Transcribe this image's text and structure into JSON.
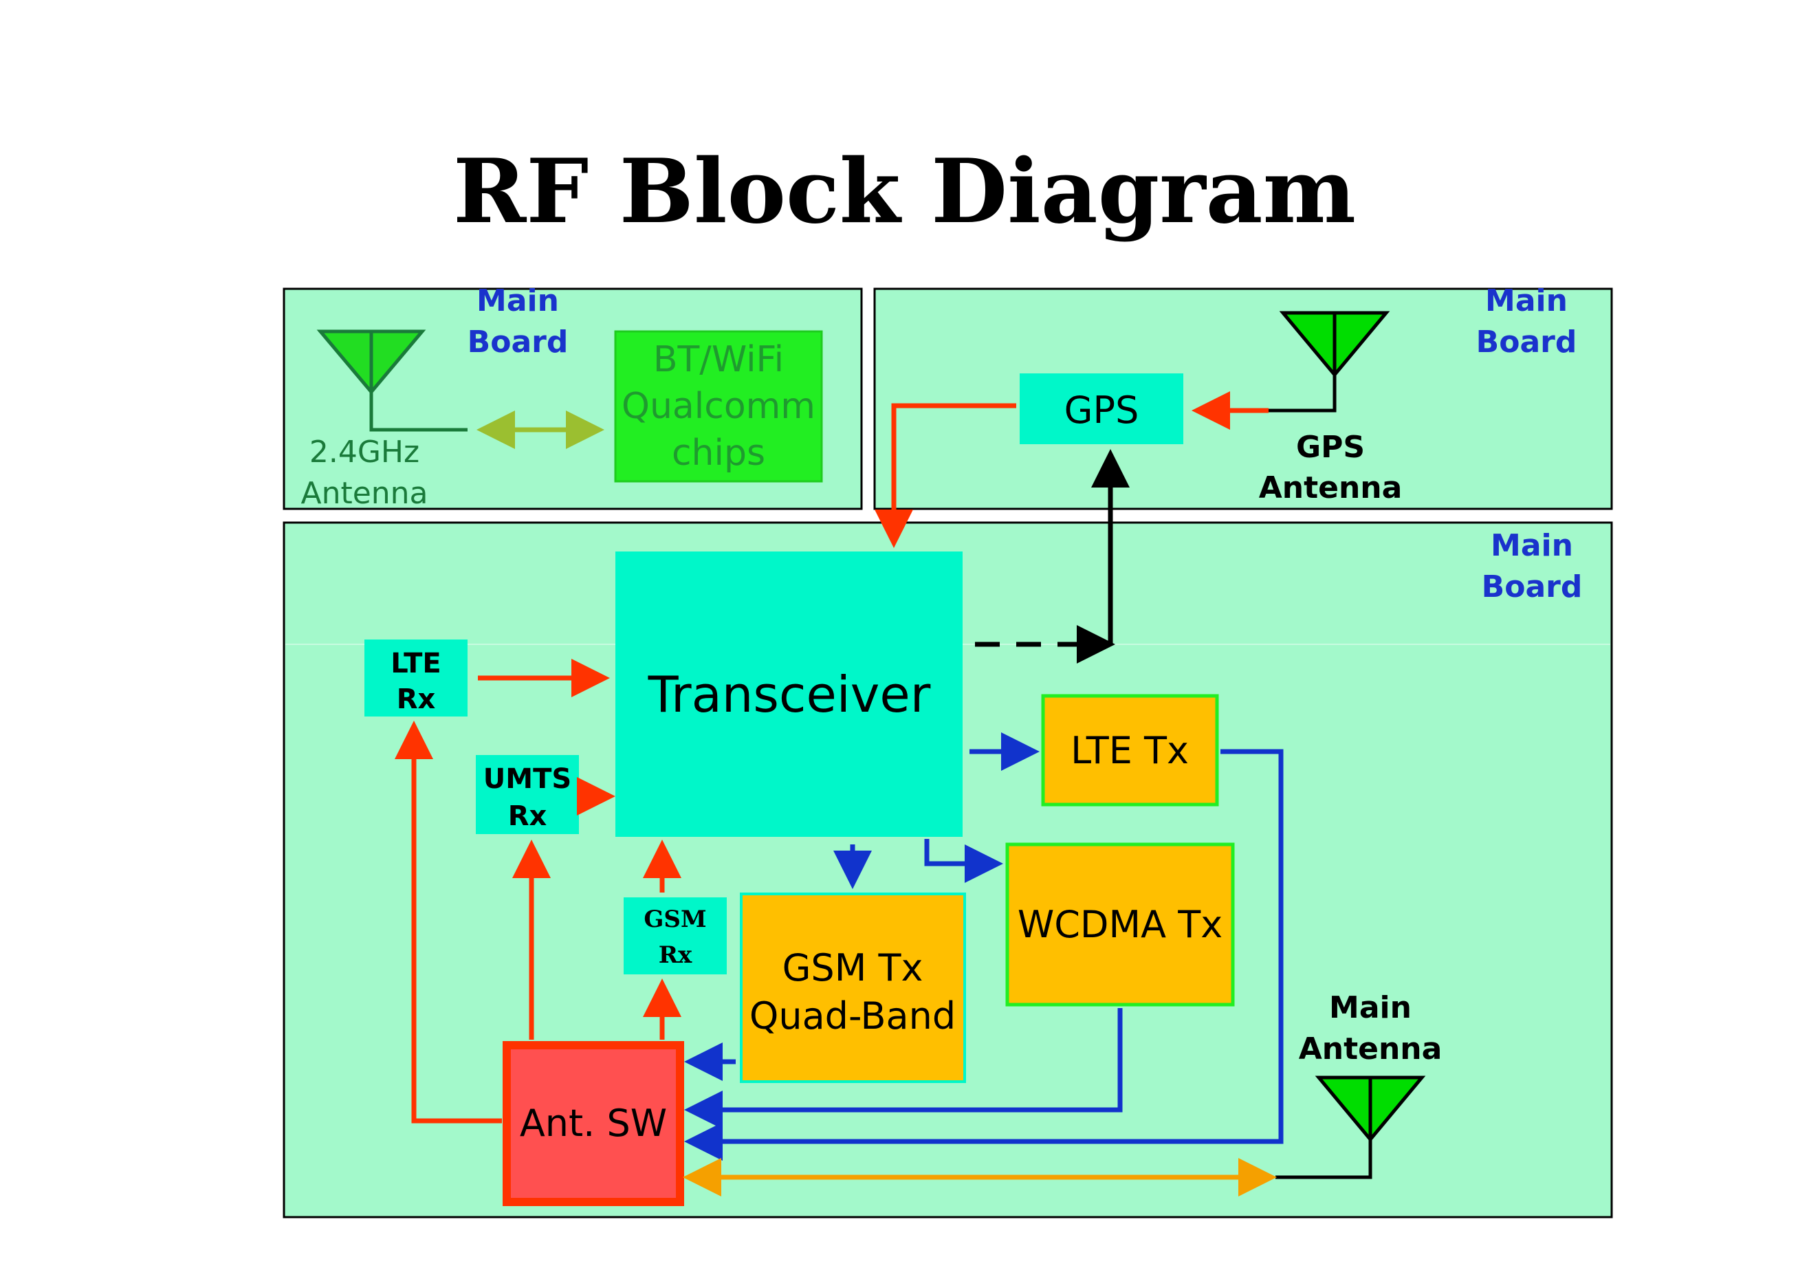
{
  "title": "RF Block Diagram",
  "panels": {
    "top_left_label": [
      "Main",
      "Board"
    ],
    "top_right_label": [
      "Main",
      "Board"
    ],
    "bottom_label": [
      "Main",
      "Board"
    ]
  },
  "antennas": {
    "wifi": [
      "2.4GHz",
      "Antenna"
    ],
    "gps": [
      "GPS",
      "Antenna"
    ],
    "main": [
      "Main",
      "Antenna"
    ]
  },
  "blocks": {
    "bt_wifi": [
      "BT/WiFi",
      "Qualcomm",
      "chips"
    ],
    "gps": "GPS",
    "transceiver": "Transceiver",
    "lte_rx": [
      "LTE",
      "Rx"
    ],
    "umts_rx": [
      "UMTS",
      "Rx"
    ],
    "gsm_rx": [
      "GSM",
      "Rx"
    ],
    "lte_tx": "LTE Tx",
    "wcdma_tx": "WCDMA Tx",
    "gsm_tx": [
      "GSM Tx",
      "Quad-Band"
    ],
    "ant_sw": "Ant. SW"
  },
  "colors": {
    "panel": "#a3f9cb",
    "teal_block": "#00f7c9",
    "orange_block": "#ffbf00",
    "green_block": "#22ee22",
    "red_block": "#ff5050",
    "rx_arrow": "#ff3300",
    "tx_arrow": "#1133cc",
    "antenna": "#00dd00"
  }
}
